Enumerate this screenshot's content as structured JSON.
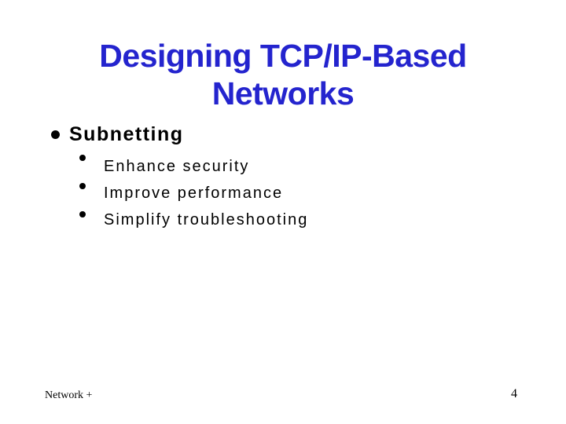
{
  "slide": {
    "title": {
      "line1": "Designing TCP/IP-Based",
      "line2": "Networks"
    },
    "content": {
      "bullet": "Subnetting",
      "sub_bullets": [
        "Enhance security",
        "Improve performance",
        "Simplify troubleshooting"
      ]
    },
    "footer": {
      "course": "Network +",
      "page_number": "4"
    },
    "colors": {
      "title_blue": "#2424CE",
      "body_text": "#000000",
      "background": "#FFFFFF"
    }
  }
}
